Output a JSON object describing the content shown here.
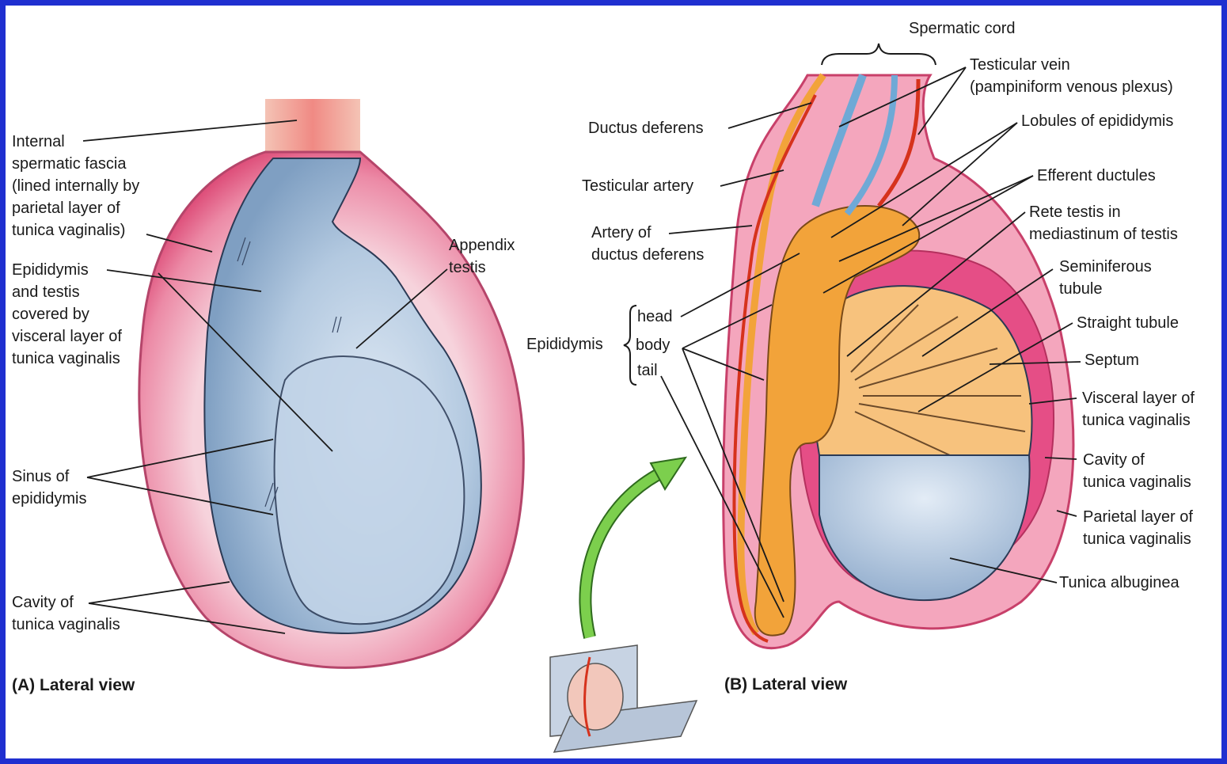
{
  "colors": {
    "border": "#1f2fd0",
    "fascia": "#f3b7a6",
    "sac_pink": "#e2517f",
    "organ_blue": "#a9c2dc",
    "epididymis_orange": "#f2a33a",
    "vein_blue": "#6fa9d6",
    "artery_red": "#d6321c",
    "arrow_green": "#7ccf4d"
  },
  "panel_a": {
    "caption": "(A) Lateral view",
    "labels": {
      "internal_fascia": "Internal\nspermatic fascia\n(lined internally by\nparietal layer of\ntunica vaginalis)",
      "epididymis_testis": "Epididymis\nand testis\ncovered by\nvisceral layer of\ntunica vaginalis",
      "appendix_testis": "Appendix\ntestis",
      "sinus_epididymis": "Sinus of\nepididymis",
      "cavity": "Cavity of\ntunica vaginalis"
    }
  },
  "panel_b": {
    "caption": "(B) Lateral view",
    "labels": {
      "spermatic_cord": "Spermatic cord",
      "testicular_vein": "Testicular vein\n(pampiniform venous plexus)",
      "lobules": "Lobules of epididymis",
      "efferent": "Efferent ductules",
      "rete": "Rete testis in\nmediastinum of testis",
      "seminiferous": "Seminiferous\ntubule",
      "straight": "Straight tubule",
      "septum": "Septum",
      "visceral": "Visceral layer of\ntunica vaginalis",
      "cavity": "Cavity of\ntunica vaginalis",
      "parietal": "Parietal layer of\ntunica vaginalis",
      "albuginea": "Tunica albuginea",
      "ductus": "Ductus deferens",
      "test_artery": "Testicular artery",
      "artery_ductus": "Artery of\nductus deferens",
      "epididymis": "Epididymis",
      "head": "head",
      "body": "body",
      "tail": "tail"
    }
  }
}
